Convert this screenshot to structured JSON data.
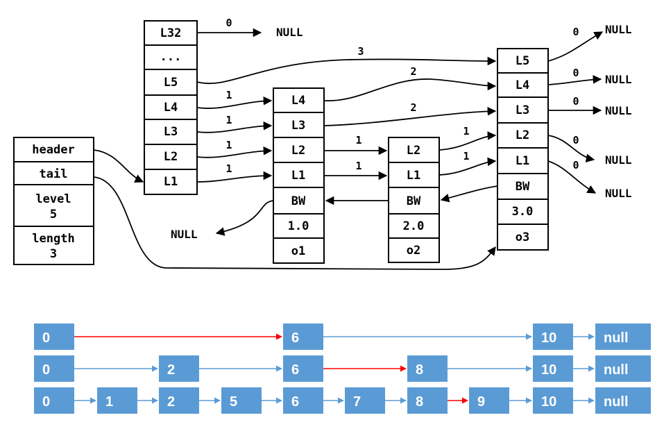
{
  "skiplist": {
    "header_struct": {
      "rows": [
        [
          "header"
        ],
        [
          "tail"
        ],
        [
          "level",
          "5"
        ],
        [
          "length",
          "3"
        ]
      ]
    },
    "header_node": {
      "levels": [
        "L32",
        "...",
        "L5",
        "L4",
        "L3",
        "L2",
        "L1"
      ]
    },
    "nodes": [
      {
        "levels": [
          "L4",
          "L3",
          "L2",
          "L1"
        ],
        "backward": "BW",
        "score": "1.0",
        "obj": "o1"
      },
      {
        "levels": [
          "L2",
          "L1"
        ],
        "backward": "BW",
        "score": "2.0",
        "obj": "o2"
      },
      {
        "levels": [
          "L5",
          "L4",
          "L3",
          "L2",
          "L1"
        ],
        "backward": "BW",
        "score": "3.0",
        "obj": "o3"
      }
    ],
    "null_label": "NULL",
    "span_labels": {
      "L32": "0",
      "L5": "3",
      "h_L4": "1",
      "h_L3": "1",
      "h_L2": "1",
      "h_L1": "1",
      "n1_L4": "2",
      "n1_L3": "2",
      "n1_L2": "1",
      "n1_L1": "1",
      "n2_L2": "1",
      "n2_L1": "1",
      "n3_L5": "0",
      "n3_L4": "0",
      "n3_L3": "0",
      "n3_L2": "0",
      "n3_L1": "0"
    }
  },
  "example": {
    "rows": [
      [
        "0",
        "6",
        "10",
        "null"
      ],
      [
        "0",
        "2",
        "6",
        "8",
        "10",
        "null"
      ],
      [
        "0",
        "1",
        "2",
        "5",
        "6",
        "7",
        "8",
        "9",
        "10",
        "null"
      ]
    ],
    "colors": {
      "box": "#5b9bd5",
      "box_text": "#ffffff",
      "link": "#5b9bd5",
      "search_path": "#ff0000"
    }
  }
}
